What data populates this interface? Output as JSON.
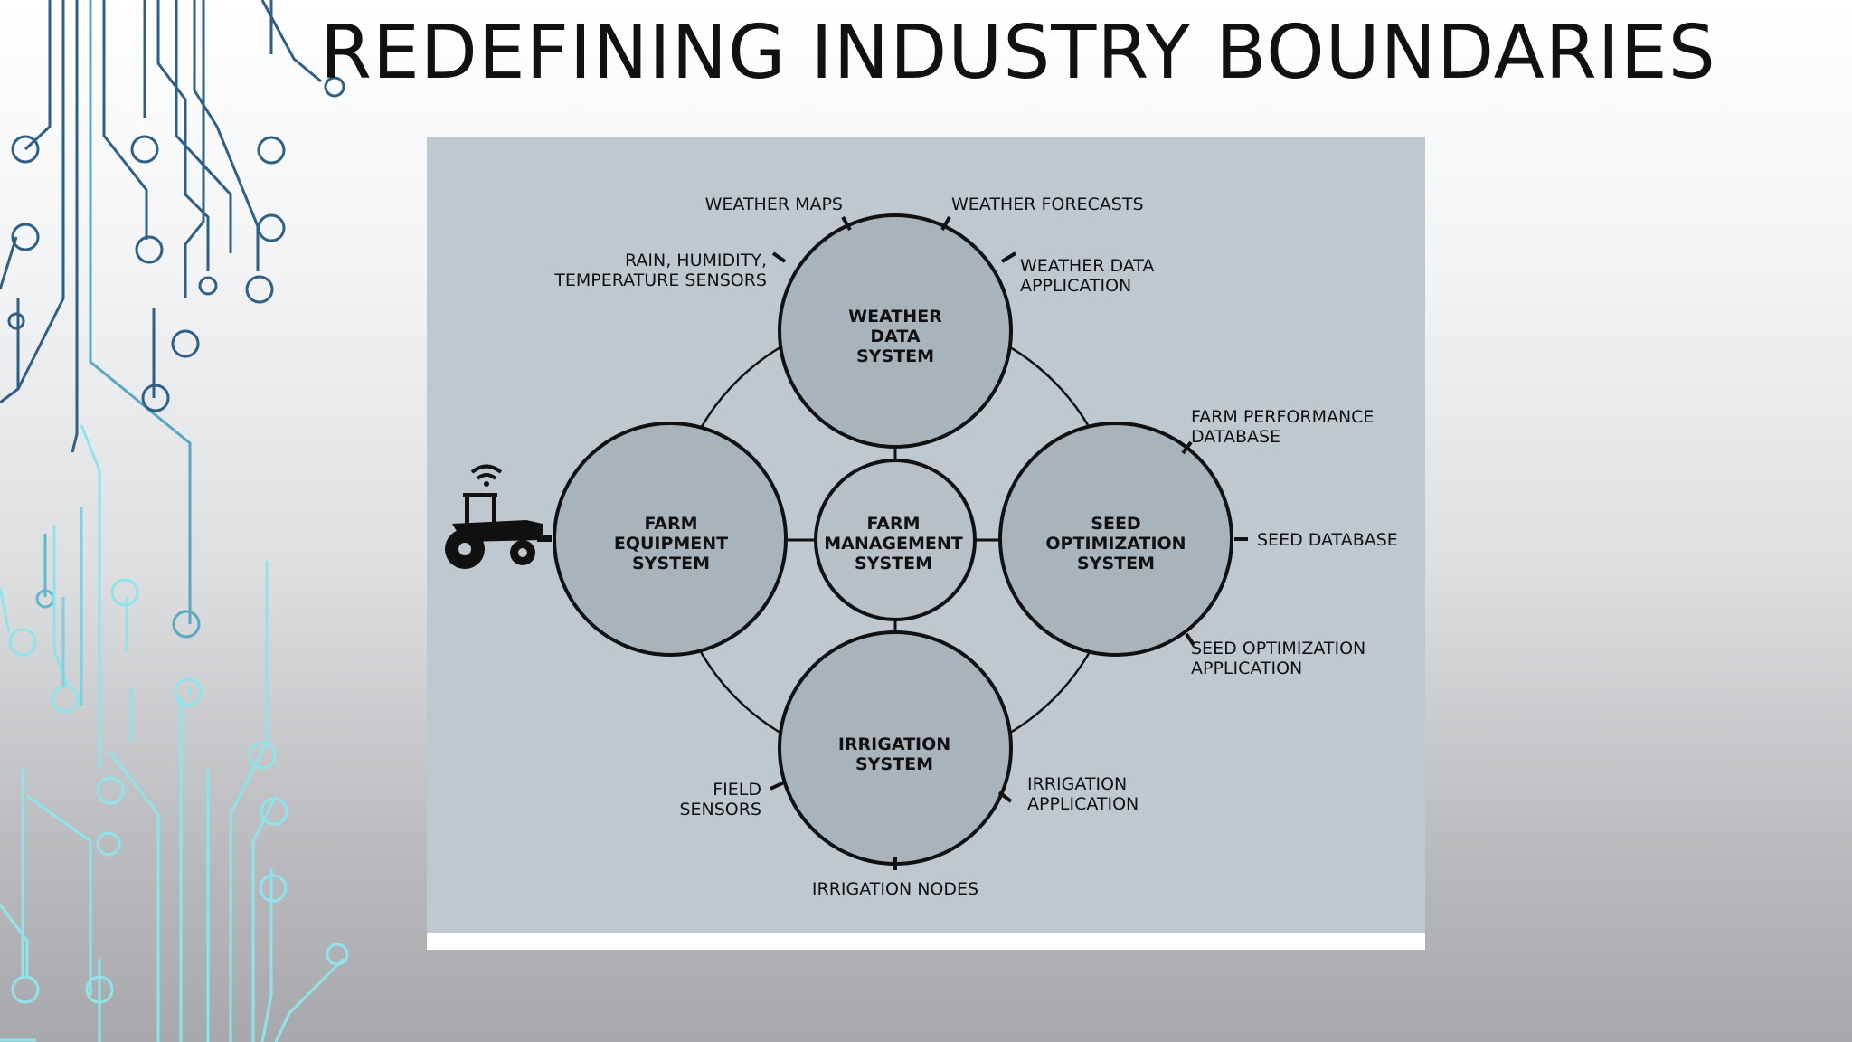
{
  "slide": {
    "title": "REDEFINING INDUSTRY BOUNDARIES"
  },
  "colors": {
    "figure_bg": "#bfc8cf",
    "node_fill": "#a9b3bb",
    "center_fill": "#b7c0c7",
    "ink": "#111111",
    "circuit_dark": "#2f5f86",
    "circuit_light": "#8fe4ec"
  },
  "diagram": {
    "nodes": {
      "weather": [
        "WEATHER",
        "DATA",
        "SYSTEM"
      ],
      "farm_management": [
        "FARM",
        "MANAGEMENT",
        "SYSTEM"
      ],
      "farm_equipment": [
        "FARM",
        "EQUIPMENT",
        "SYSTEM"
      ],
      "seed": [
        "SEED",
        "OPTIMIZATION",
        "SYSTEM"
      ],
      "irrigation": [
        "IRRIGATION",
        "SYSTEM"
      ]
    },
    "labels": {
      "weather_maps": [
        "WEATHER MAPS"
      ],
      "weather_forecasts": [
        "WEATHER FORECASTS"
      ],
      "sensors": [
        "RAIN, HUMIDITY,",
        "TEMPERATURE SENSORS"
      ],
      "weather_app": [
        "WEATHER DATA",
        "APPLICATION"
      ],
      "farm_performance": [
        "FARM PERFORMANCE",
        "DATABASE"
      ],
      "seed_database": [
        "SEED DATABASE"
      ],
      "seed_app": [
        "SEED OPTIMIZATION",
        "APPLICATION"
      ],
      "field_sensors": [
        "FIELD",
        "SENSORS"
      ],
      "irrigation_app": [
        "IRRIGATION",
        "APPLICATION"
      ],
      "irrigation_nodes": [
        "IRRIGATION NODES"
      ]
    },
    "icons": {
      "equipment": "tractor-wifi-icon"
    }
  }
}
